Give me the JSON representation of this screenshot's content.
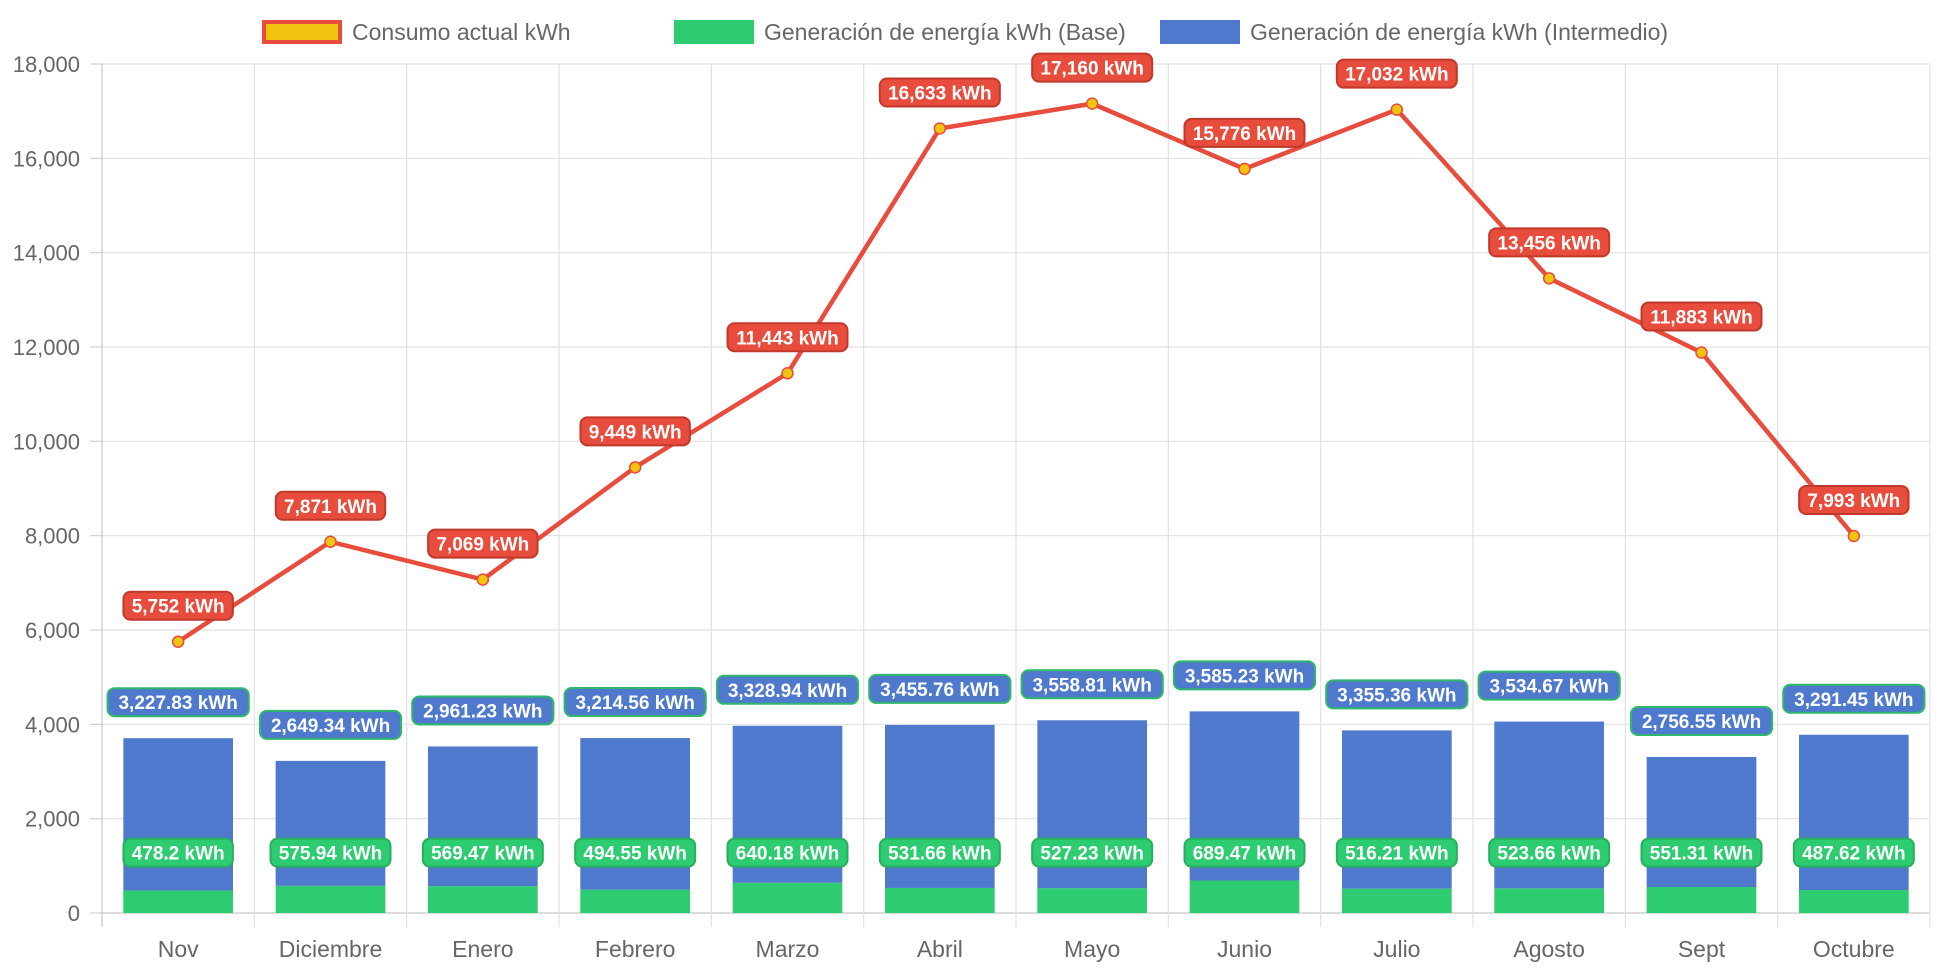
{
  "chart_data": {
    "type": "bar",
    "categories": [
      "Nov",
      "Diciembre",
      "Enero",
      "Febrero",
      "Marzo",
      "Abril",
      "Mayo",
      "Junio",
      "Julio",
      "Agosto",
      "Sept",
      "Octubre"
    ],
    "series": [
      {
        "name": "Consumo actual kWh",
        "kind": "line",
        "color": "#e74c3c",
        "point_color": "#f1c40f",
        "values": [
          5752,
          7871,
          7069,
          9449,
          11443,
          16633,
          17160,
          15776,
          17032,
          13456,
          11883,
          7993
        ],
        "labels": [
          "5,752 kWh",
          "7,871 kWh",
          "7,069 kWh",
          "9,449 kWh",
          "11,443 kWh",
          "16,633 kWh",
          "17,160 kWh",
          "15,776 kWh",
          "17,032 kWh",
          "13,456 kWh",
          "11,883 kWh",
          "7,993 kWh"
        ]
      },
      {
        "name": "Generación de energía kWh (Base)",
        "kind": "stacked-bar",
        "color": "#2ecc71",
        "values": [
          478.2,
          575.94,
          569.47,
          494.55,
          640.18,
          531.66,
          527.23,
          689.47,
          516.21,
          523.66,
          551.31,
          487.62
        ],
        "labels": [
          "478.2 kWh",
          "575.94 kWh",
          "569.47 kWh",
          "494.55 kWh",
          "640.18 kWh",
          "531.66 kWh",
          "527.23 kWh",
          "689.47 kWh",
          "516.21 kWh",
          "523.66 kWh",
          "551.31 kWh",
          "487.62 kWh"
        ]
      },
      {
        "name": "Generación de energía kWh (Intermedio)",
        "kind": "stacked-bar",
        "color": "#4e79cc",
        "values": [
          3227.83,
          2649.34,
          2961.23,
          3214.56,
          3328.94,
          3455.76,
          3558.81,
          3585.23,
          3355.36,
          3534.67,
          2756.55,
          3291.45
        ],
        "labels": [
          "3,227.83 kWh",
          "2,649.34 kWh",
          "2,961.23 kWh",
          "3,214.56 kWh",
          "3,328.94 kWh",
          "3,455.76 kWh",
          "3,558.81 kWh",
          "3,585.23 kWh",
          "3,355.36 kWh",
          "3,534.67 kWh",
          "2,756.55 kWh",
          "3,291.45 kWh"
        ]
      }
    ],
    "y_ticks": [
      "0",
      "2,000",
      "4,000",
      "6,000",
      "8,000",
      "10,000",
      "12,000",
      "14,000",
      "16,000",
      "18,000"
    ],
    "ylim": [
      0,
      18000
    ],
    "grid": true,
    "legend_position": "top"
  }
}
